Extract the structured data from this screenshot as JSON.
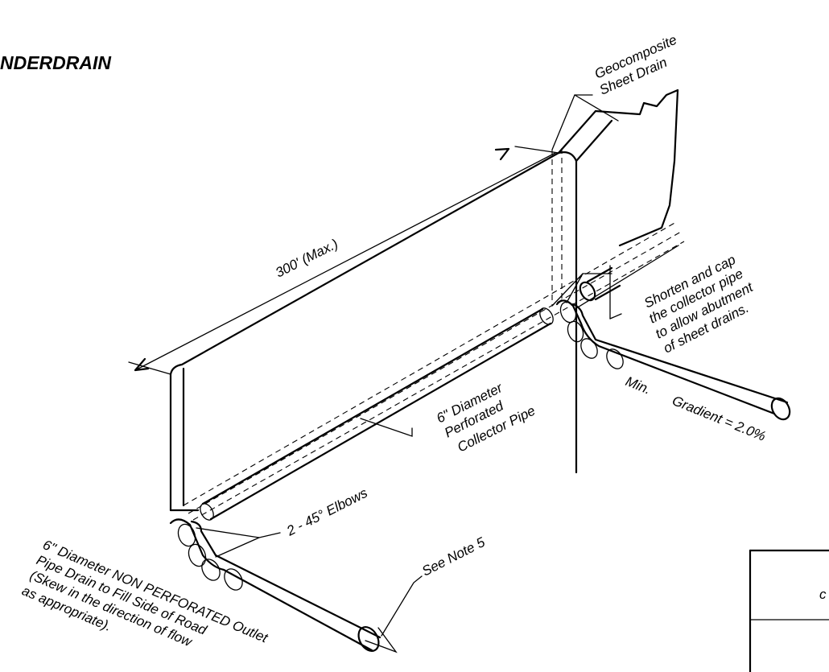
{
  "title": "NDERDRAIN",
  "labels": {
    "geocomposite_1": "Geocomposite",
    "geocomposite_2": "Sheet Drain",
    "length": "300' (Max.)",
    "shorten_1": "Shorten and cap",
    "shorten_2": "the collector pipe",
    "shorten_3": "to allow abutment",
    "shorten_4": "of sheet drains.",
    "perforated_1": "6\" Diameter",
    "perforated_2": "Perforated",
    "perforated_3": "Collector Pipe",
    "gradient_min": "Min.",
    "gradient": "Gradient = 2.0%",
    "elbows": "2 - 45° Elbows",
    "see_note": "See Note 5",
    "outlet_1": "6\" Diameter NON PERFORATED Outlet",
    "outlet_2": "Pipe Drain to Fill Side of Road",
    "outlet_3": "(Skew in the direction of flow",
    "outlet_4": "as appropriate).",
    "table_cell": "c"
  }
}
